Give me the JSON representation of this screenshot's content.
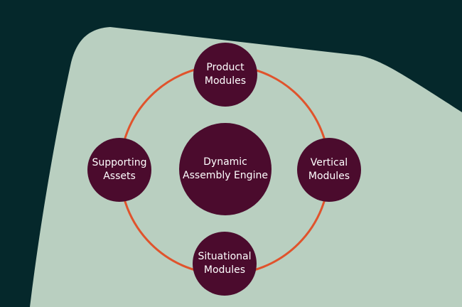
{
  "colors": {
    "background": "#05282b",
    "panel": "#b9cfc0",
    "ring": "#e0532c",
    "node": "#4b0b2d",
    "text": "#ffffff"
  },
  "center": {
    "line1": "Dynamic",
    "line2": "Assembly Engine"
  },
  "nodes": {
    "top": {
      "line1": "Product",
      "line2": "Modules"
    },
    "right": {
      "line1": "Vertical",
      "line2": "Modules"
    },
    "bottom": {
      "line1": "Situational",
      "line2": "Modules"
    },
    "left": {
      "line1": "Supporting",
      "line2": "Assets"
    }
  }
}
